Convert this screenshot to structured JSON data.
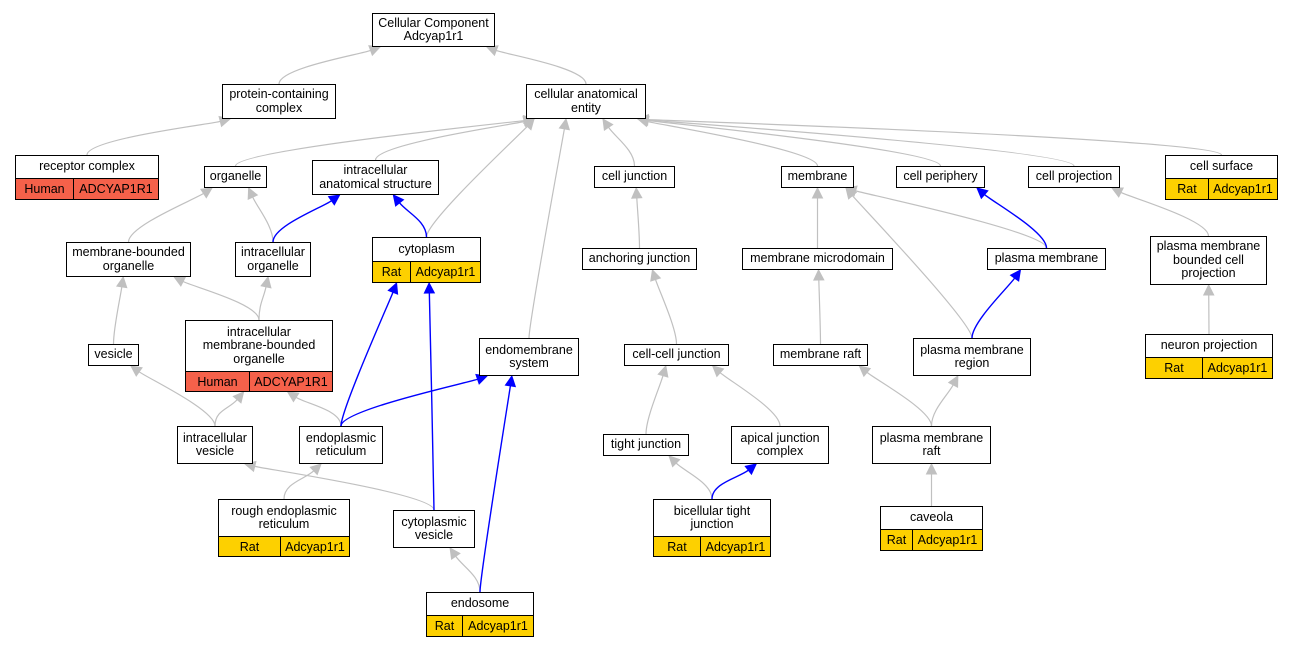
{
  "colors": {
    "human": "#f5614a",
    "rat": "#fdd000",
    "edge_grey": "#c0c0c0",
    "edge_blue": "#0000ff",
    "border": "#000000"
  },
  "nodes": [
    {
      "id": "cellular_component",
      "label": "Cellular Component\nAdcyap1r1"
    },
    {
      "id": "protein_containing_complex",
      "label": "protein-containing\ncomplex"
    },
    {
      "id": "cellular_anatomical_entity",
      "label": "cellular anatomical\nentity"
    },
    {
      "id": "receptor_complex",
      "label": "receptor complex",
      "species": "Human",
      "gene": "ADCYAP1R1",
      "kind": "human"
    },
    {
      "id": "organelle",
      "label": "organelle"
    },
    {
      "id": "intracellular_anatomical_structure",
      "label": "intracellular\nanatomical structure"
    },
    {
      "id": "cell_junction",
      "label": "cell junction"
    },
    {
      "id": "membrane",
      "label": "membrane"
    },
    {
      "id": "cell_periphery",
      "label": "cell periphery"
    },
    {
      "id": "cell_projection",
      "label": "cell projection"
    },
    {
      "id": "cell_surface",
      "label": "cell surface",
      "species": "Rat",
      "gene": "Adcyap1r1",
      "kind": "rat"
    },
    {
      "id": "membrane_bounded_organelle",
      "label": "membrane-bounded\norganelle"
    },
    {
      "id": "intracellular_organelle",
      "label": "intracellular\norganelle"
    },
    {
      "id": "cytoplasm",
      "label": "cytoplasm",
      "species": "Rat",
      "gene": "Adcyap1r1",
      "kind": "rat"
    },
    {
      "id": "anchoring_junction",
      "label": "anchoring junction"
    },
    {
      "id": "membrane_microdomain",
      "label": "membrane microdomain"
    },
    {
      "id": "plasma_membrane",
      "label": "plasma membrane"
    },
    {
      "id": "plasma_membrane_bounded_cell_projection",
      "label": "plasma membrane\nbounded cell\nprojection"
    },
    {
      "id": "intracellular_membrane_bounded_organelle",
      "label": "intracellular\nmembrane-bounded\norganelle",
      "species": "Human",
      "gene": "ADCYAP1R1",
      "kind": "human"
    },
    {
      "id": "vesicle",
      "label": "vesicle"
    },
    {
      "id": "endomembrane_system",
      "label": "endomembrane\nsystem"
    },
    {
      "id": "cell_cell_junction",
      "label": "cell-cell junction"
    },
    {
      "id": "membrane_raft",
      "label": "membrane raft"
    },
    {
      "id": "plasma_membrane_region",
      "label": "plasma membrane\nregion"
    },
    {
      "id": "neuron_projection",
      "label": "neuron projection",
      "species": "Rat",
      "gene": "Adcyap1r1",
      "kind": "rat"
    },
    {
      "id": "intracellular_vesicle",
      "label": "intracellular\nvesicle"
    },
    {
      "id": "endoplasmic_reticulum",
      "label": "endoplasmic\nreticulum"
    },
    {
      "id": "tight_junction",
      "label": "tight junction"
    },
    {
      "id": "apical_junction_complex",
      "label": "apical junction\ncomplex"
    },
    {
      "id": "plasma_membrane_raft",
      "label": "plasma membrane\nraft"
    },
    {
      "id": "rough_endoplasmic_reticulum",
      "label": "rough endoplasmic\nreticulum",
      "species": "Rat",
      "gene": "Adcyap1r1",
      "kind": "rat"
    },
    {
      "id": "cytoplasmic_vesicle",
      "label": "cytoplasmic\nvesicle"
    },
    {
      "id": "bicellular_tight_junction",
      "label": "bicellular tight\njunction",
      "species": "Rat",
      "gene": "Adcyap1r1",
      "kind": "rat"
    },
    {
      "id": "caveola",
      "label": "caveola",
      "species": "Rat",
      "gene": "Adcyap1r1",
      "kind": "rat"
    },
    {
      "id": "endosome",
      "label": "endosome",
      "species": "Rat",
      "gene": "Adcyap1r1",
      "kind": "rat"
    }
  ],
  "edges": [
    {
      "from": "protein_containing_complex",
      "to": "cellular_component",
      "color": "grey"
    },
    {
      "from": "cellular_anatomical_entity",
      "to": "cellular_component",
      "color": "grey"
    },
    {
      "from": "receptor_complex",
      "to": "protein_containing_complex",
      "color": "grey"
    },
    {
      "from": "organelle",
      "to": "cellular_anatomical_entity",
      "color": "grey"
    },
    {
      "from": "intracellular_anatomical_structure",
      "to": "cellular_anatomical_entity",
      "color": "grey"
    },
    {
      "from": "cytoplasm",
      "to": "cellular_anatomical_entity",
      "color": "grey"
    },
    {
      "from": "endomembrane_system",
      "to": "cellular_anatomical_entity",
      "color": "grey"
    },
    {
      "from": "cell_junction",
      "to": "cellular_anatomical_entity",
      "color": "grey"
    },
    {
      "from": "membrane",
      "to": "cellular_anatomical_entity",
      "color": "grey"
    },
    {
      "from": "cell_periphery",
      "to": "cellular_anatomical_entity",
      "color": "grey"
    },
    {
      "from": "cell_projection",
      "to": "cellular_anatomical_entity",
      "color": "grey"
    },
    {
      "from": "cell_surface",
      "to": "cellular_anatomical_entity",
      "color": "grey"
    },
    {
      "from": "membrane_bounded_organelle",
      "to": "organelle",
      "color": "grey"
    },
    {
      "from": "intracellular_organelle",
      "to": "organelle",
      "color": "grey"
    },
    {
      "from": "intracellular_organelle",
      "to": "intracellular_anatomical_structure",
      "color": "blue"
    },
    {
      "from": "cytoplasm",
      "to": "intracellular_anatomical_structure",
      "color": "blue"
    },
    {
      "from": "anchoring_junction",
      "to": "cell_junction",
      "color": "grey"
    },
    {
      "from": "membrane_microdomain",
      "to": "membrane",
      "color": "grey"
    },
    {
      "from": "plasma_membrane",
      "to": "membrane",
      "color": "grey"
    },
    {
      "from": "plasma_membrane",
      "to": "cell_periphery",
      "color": "blue"
    },
    {
      "from": "plasma_membrane_region",
      "to": "membrane",
      "color": "grey"
    },
    {
      "from": "plasma_membrane_bounded_cell_projection",
      "to": "cell_projection",
      "color": "grey"
    },
    {
      "from": "intracellular_membrane_bounded_organelle",
      "to": "membrane_bounded_organelle",
      "color": "grey"
    },
    {
      "from": "intracellular_membrane_bounded_organelle",
      "to": "intracellular_organelle",
      "color": "grey"
    },
    {
      "from": "vesicle",
      "to": "membrane_bounded_organelle",
      "color": "grey"
    },
    {
      "from": "cell_cell_junction",
      "to": "anchoring_junction",
      "color": "grey"
    },
    {
      "from": "membrane_raft",
      "to": "membrane_microdomain",
      "color": "grey"
    },
    {
      "from": "plasma_membrane_region",
      "to": "plasma_membrane",
      "color": "blue"
    },
    {
      "from": "neuron_projection",
      "to": "plasma_membrane_bounded_cell_projection",
      "color": "grey"
    },
    {
      "from": "intracellular_vesicle",
      "to": "vesicle",
      "color": "grey"
    },
    {
      "from": "intracellular_vesicle",
      "to": "intracellular_membrane_bounded_organelle",
      "color": "grey"
    },
    {
      "from": "endoplasmic_reticulum",
      "to": "intracellular_membrane_bounded_organelle",
      "color": "grey"
    },
    {
      "from": "endoplasmic_reticulum",
      "to": "cytoplasm",
      "color": "blue"
    },
    {
      "from": "endoplasmic_reticulum",
      "to": "endomembrane_system",
      "color": "blue"
    },
    {
      "from": "tight_junction",
      "to": "cell_cell_junction",
      "color": "grey"
    },
    {
      "from": "apical_junction_complex",
      "to": "cell_cell_junction",
      "color": "grey"
    },
    {
      "from": "plasma_membrane_raft",
      "to": "membrane_raft",
      "color": "grey"
    },
    {
      "from": "plasma_membrane_raft",
      "to": "plasma_membrane_region",
      "color": "grey"
    },
    {
      "from": "rough_endoplasmic_reticulum",
      "to": "endoplasmic_reticulum",
      "color": "grey"
    },
    {
      "from": "cytoplasmic_vesicle",
      "to": "intracellular_vesicle",
      "color": "grey"
    },
    {
      "from": "cytoplasmic_vesicle",
      "to": "cytoplasm",
      "color": "blue"
    },
    {
      "from": "bicellular_tight_junction",
      "to": "tight_junction",
      "color": "grey"
    },
    {
      "from": "bicellular_tight_junction",
      "to": "apical_junction_complex",
      "color": "blue"
    },
    {
      "from": "caveola",
      "to": "plasma_membrane_raft",
      "color": "grey"
    },
    {
      "from": "endosome",
      "to": "cytoplasmic_vesicle",
      "color": "grey"
    },
    {
      "from": "endosome",
      "to": "endomembrane_system",
      "color": "blue"
    }
  ]
}
